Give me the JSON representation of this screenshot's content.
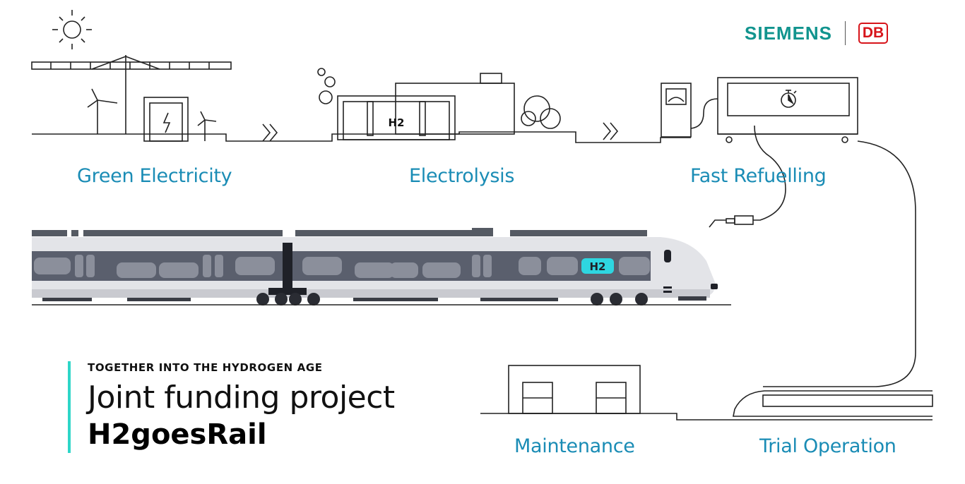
{
  "brand": {
    "siemens": "SIEMENS",
    "db": "DB"
  },
  "stages": {
    "green_electricity": "Green Electricity",
    "electrolysis": "Electrolysis",
    "fast_refuelling": "Fast Refuelling",
    "maintenance": "Maintenance",
    "trial_operation": "Trial Operation"
  },
  "tags": {
    "h2_station": "H2",
    "h2_train": "H2"
  },
  "project": {
    "tagline": "TOGETHER INTO THE HYDROGEN AGE",
    "subtitle": "Joint funding project",
    "title": "H2goesRail"
  },
  "colors": {
    "accent": "#1a8cb5",
    "siemens": "#11948e",
    "db": "#d7141a",
    "teal_bar": "#2ed6c8",
    "h2_badge": "#2ed6e0"
  }
}
